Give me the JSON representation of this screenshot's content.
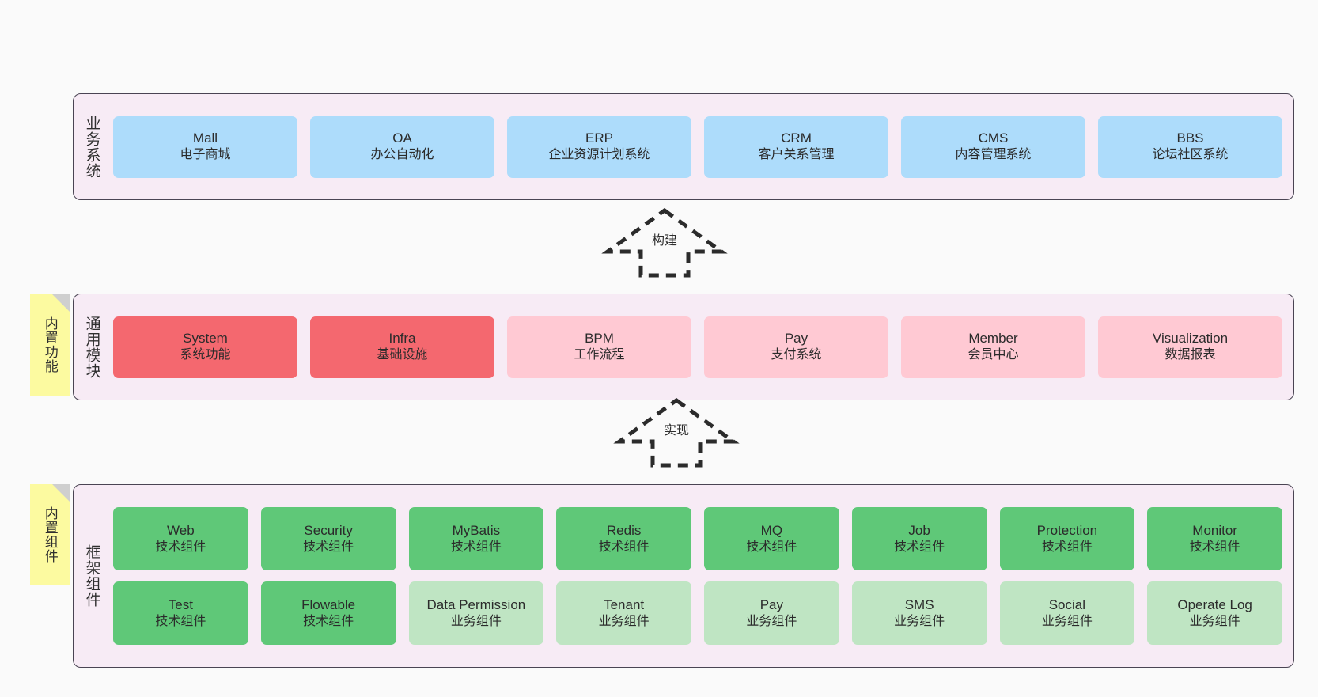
{
  "diagram": {
    "layers": [
      {
        "id": "business",
        "title": "业务系统",
        "cards": [
          {
            "en": "Mall",
            "cn": "电子商城"
          },
          {
            "en": "OA",
            "cn": "办公自动化"
          },
          {
            "en": "ERP",
            "cn": "企业资源计划系统"
          },
          {
            "en": "CRM",
            "cn": "客户关系管理"
          },
          {
            "en": "CMS",
            "cn": "内容管理系统"
          },
          {
            "en": "BBS",
            "cn": "论坛社区系统"
          }
        ]
      },
      {
        "id": "modules",
        "title": "通用模块",
        "sticky": "内置功能",
        "cards": [
          {
            "en": "System",
            "cn": "系统功能",
            "color": "red"
          },
          {
            "en": "Infra",
            "cn": "基础设施",
            "color": "red"
          },
          {
            "en": "BPM",
            "cn": "工作流程",
            "color": "pink"
          },
          {
            "en": "Pay",
            "cn": "支付系统",
            "color": "pink"
          },
          {
            "en": "Member",
            "cn": "会员中心",
            "color": "pink"
          },
          {
            "en": "Visualization",
            "cn": "数据报表",
            "color": "pink"
          }
        ]
      },
      {
        "id": "framework",
        "title": "框架组件",
        "sticky": "内置组件",
        "row_top": [
          {
            "en": "Web",
            "cn": "技术组件"
          },
          {
            "en": "Security",
            "cn": "技术组件"
          },
          {
            "en": "MyBatis",
            "cn": "技术组件"
          },
          {
            "en": "Redis",
            "cn": "技术组件"
          },
          {
            "en": "MQ",
            "cn": "技术组件"
          },
          {
            "en": "Job",
            "cn": "技术组件"
          },
          {
            "en": "Protection",
            "cn": "技术组件"
          },
          {
            "en": "Monitor",
            "cn": "技术组件"
          }
        ],
        "row_bottom": [
          {
            "en": "Test",
            "cn": "技术组件",
            "color": "green"
          },
          {
            "en": "Flowable",
            "cn": "技术组件",
            "color": "green"
          },
          {
            "en": "Data Permission",
            "cn": "业务组件",
            "color": "lightgreen"
          },
          {
            "en": "Tenant",
            "cn": "业务组件",
            "color": "lightgreen"
          },
          {
            "en": "Pay",
            "cn": "业务组件",
            "color": "lightgreen"
          },
          {
            "en": "SMS",
            "cn": "业务组件",
            "color": "lightgreen"
          },
          {
            "en": "Social",
            "cn": "业务组件",
            "color": "lightgreen"
          },
          {
            "en": "Operate Log",
            "cn": "业务组件",
            "color": "lightgreen"
          }
        ]
      }
    ],
    "connectors": [
      {
        "id": "build",
        "label": "构建"
      },
      {
        "id": "realize",
        "label": "实现"
      }
    ],
    "colors": {
      "panel_bg": "#F7EBF5",
      "panel_border": "#4a4453",
      "blue": "#ADDCFB",
      "red": "#F4686F",
      "pink": "#FFC9D3",
      "green": "#5FC878",
      "light_green": "#BFE5C3",
      "sticky_yellow": "#FCFAA0",
      "sticky_fold": "#CFCFCF",
      "canvas": "#FAFAFA"
    }
  }
}
